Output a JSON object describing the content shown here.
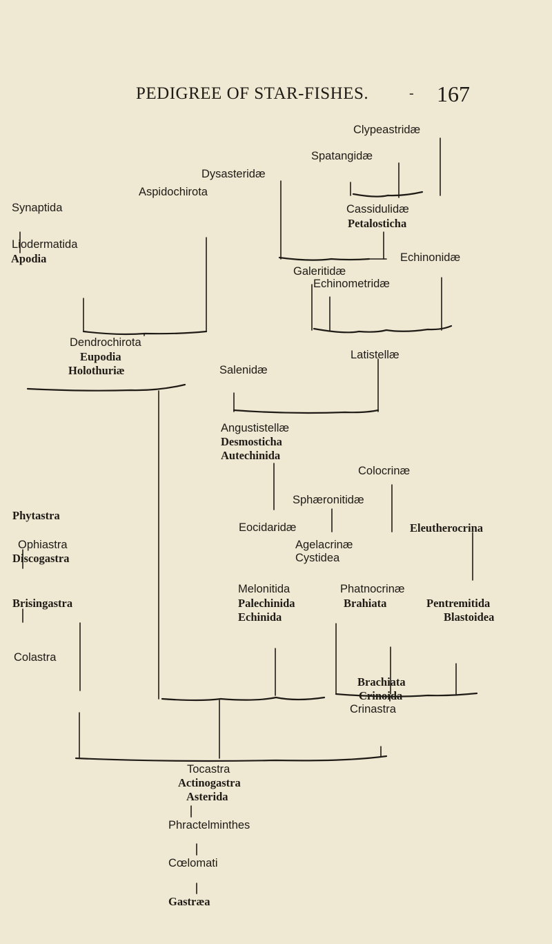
{
  "header": {
    "title": "PEDIGREE OF STAR-FISHES.",
    "dash": "-",
    "page_number": "167"
  },
  "tree": {
    "clypeastridae": "Clypeastridæ",
    "spatangidae": "Spatangidæ",
    "dysasteridae": "Dysasteridæ",
    "aspidochirota": "Aspidochirota",
    "synaptida": "Synaptida",
    "cassidulidae": "Cassidulidæ",
    "petalosticha": "Petalosticha",
    "liodermatida": "Liodermatida",
    "apodia": "Apodia",
    "echinonidae": "Echinonidæ",
    "galeritidae": "Galeritidæ",
    "echinometridae": "Echinometridæ",
    "dendrochirota": "Dendrochirota",
    "eupodia": "Eupodia",
    "holothuriae": "Holothuriæ",
    "latistellae": "Latistellæ",
    "salenidae": "Salenidæ",
    "angustistellae": "Angustistellæ",
    "desmosticha": "Desmosticha",
    "autechinida": "Autechinida",
    "colocrinae": "Colocrinæ",
    "sphaeronitidae": "Sphæronitidæ",
    "phytastra": "Phytastra",
    "eocidaridae": "Eocidaridæ",
    "eleutherocrina": "Eleutherocrina",
    "ophiastra": "Ophiastra",
    "discogastra": "Discogastra",
    "agelacrinae": "Agelacrinæ",
    "cystidea": "Cystidea",
    "melonitida": "Melonitida",
    "palechinida": "Palechinida",
    "echinida": "Echinida",
    "phatnocrinae": "Phatnocrinæ",
    "brahiata": "Brahiata",
    "pentremitida": "Pentremitida",
    "blastoidea": "Blastoidea",
    "brisingastra": "Brisingastra",
    "colastra": "Colastra",
    "brachiata": "Brachiata",
    "crinoida": "Crinoida",
    "crinastra": "Crinastra",
    "tocastra": "Tocastra",
    "actinogastra": "Actinogastra",
    "asterida": "Asterida",
    "phractelminthes": "Phractelminthes",
    "coelomati": "Cœlomati",
    "gastraea": "Gastræa"
  }
}
